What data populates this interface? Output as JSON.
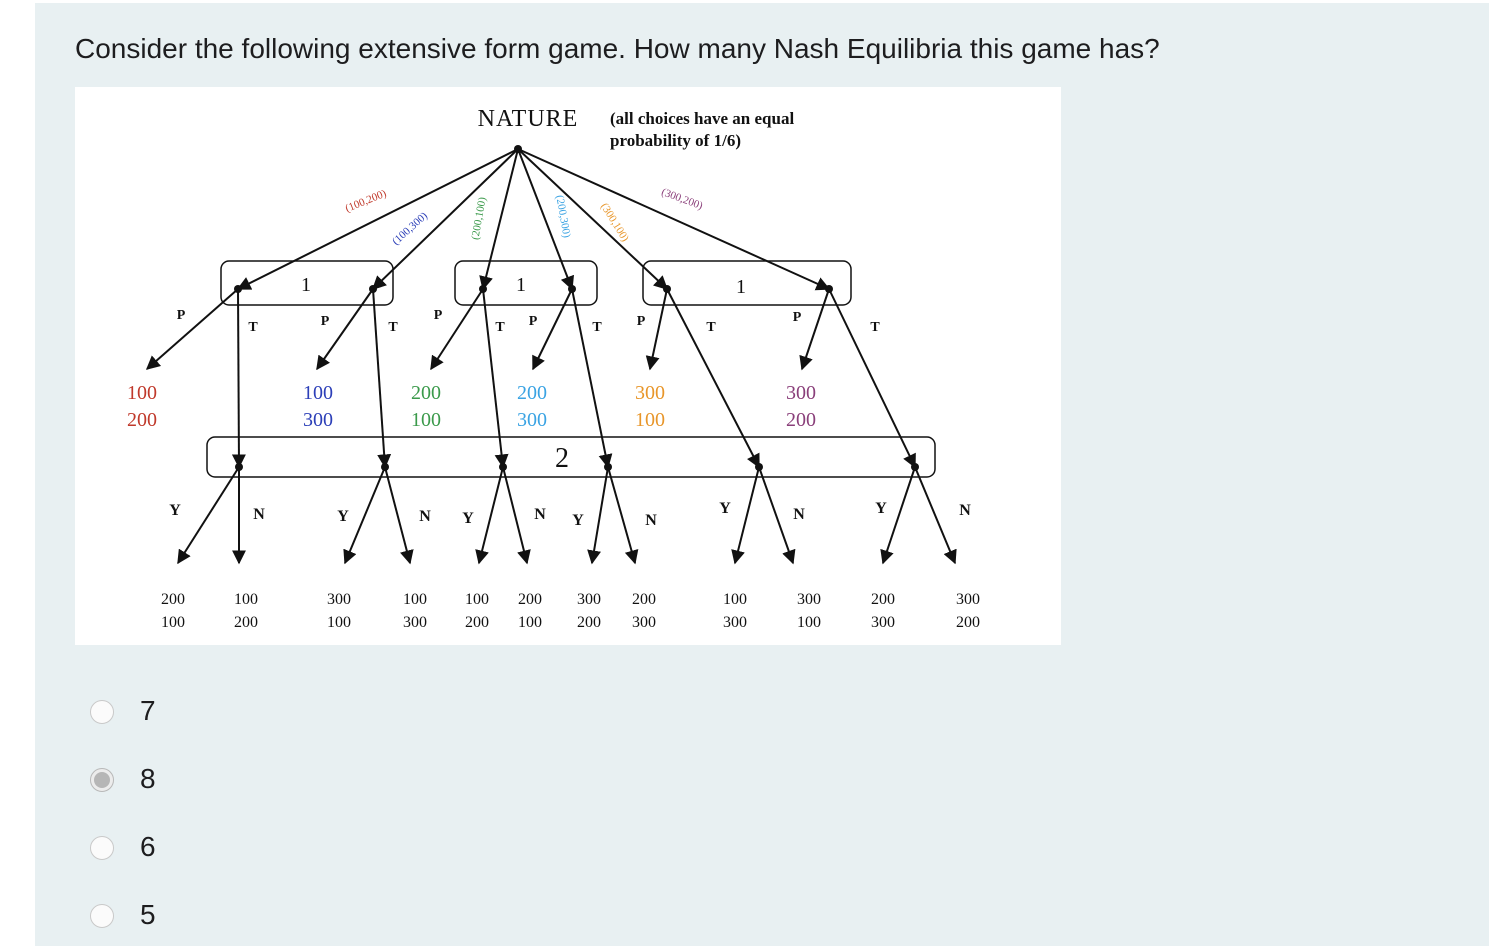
{
  "question": "Consider the following extensive form game. How many Nash Equilibria this game has?",
  "figure": {
    "nature_label": "NATURE",
    "nature_note_line1": "(all choices have an equal",
    "nature_note_line2": "probability of 1/6)",
    "branches": [
      "(100,200)",
      "(100,300)",
      "(200,100)",
      "(200,300)",
      "(300,100)",
      "(300,200)"
    ],
    "player1_label": "1",
    "player2_label": "2",
    "action_P": "P",
    "action_T": "T",
    "action_Y": "Y",
    "action_N": "N",
    "pass_payoffs": [
      {
        "top": "100",
        "bottom": "200"
      },
      {
        "top": "100",
        "bottom": "300"
      },
      {
        "top": "200",
        "bottom": "100"
      },
      {
        "top": "200",
        "bottom": "300"
      },
      {
        "top": "300",
        "bottom": "100"
      },
      {
        "top": "300",
        "bottom": "200"
      }
    ],
    "final_payoffs": [
      {
        "top": "200",
        "bottom": "100"
      },
      {
        "top": "100",
        "bottom": "200"
      },
      {
        "top": "300",
        "bottom": "100"
      },
      {
        "top": "100",
        "bottom": "300"
      },
      {
        "top": "100",
        "bottom": "200"
      },
      {
        "top": "200",
        "bottom": "100"
      },
      {
        "top": "300",
        "bottom": "200"
      },
      {
        "top": "200",
        "bottom": "300"
      },
      {
        "top": "100",
        "bottom": "300"
      },
      {
        "top": "300",
        "bottom": "100"
      },
      {
        "top": "200",
        "bottom": "300"
      },
      {
        "top": "300",
        "bottom": "200"
      }
    ],
    "colors": {
      "c1": "#c0392b",
      "c2": "#2c3fb8",
      "c3": "#3b9a4b",
      "c4": "#3aa3e3",
      "c5": "#e8962a",
      "c6": "#8a3f7a"
    }
  },
  "options": [
    {
      "label": "7",
      "selected": false
    },
    {
      "label": "8",
      "selected": true
    },
    {
      "label": "6",
      "selected": false
    },
    {
      "label": "5",
      "selected": false
    }
  ]
}
